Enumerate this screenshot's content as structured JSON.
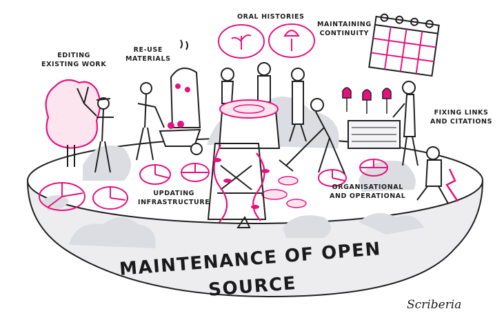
{
  "title": "MAINTENANCE OF OPEN SOURCE",
  "labels": {
    "oral_histories": "ORAL HISTORIES",
    "maintaining_continuity": [
      "MAINTAINING",
      "CONTINUITY"
    ],
    "editing_existing_work": [
      "EDITING",
      "EXISTING WORK"
    ],
    "reuse_materials": [
      "RE-USE",
      "MATERIALS"
    ],
    "fixing_links": [
      "FIXING LINKS",
      "AND CITATIONS"
    ],
    "updating_infrastructure": [
      "UPDATING",
      "INFRASTRUCTURE"
    ],
    "organisational_operational": [
      "ORGANISATIONAL",
      "AND OPERATIONAL"
    ]
  },
  "brand": "Scriberia",
  "colors": {
    "accent": "#e5127d",
    "ink": "#1e1e1e",
    "shadow": "#dcdde2",
    "ground": "#ececef"
  }
}
